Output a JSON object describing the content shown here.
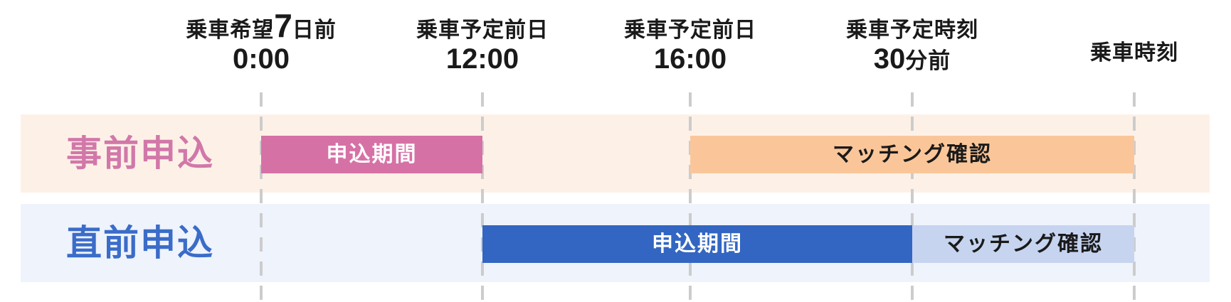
{
  "diagram": {
    "description": "Ride application timeline diagram with two application types",
    "axis": {
      "labels": [
        {
          "pre": "乗車希望",
          "big": "7",
          "post": "日前",
          "time": "0:00",
          "time_suffix": ""
        },
        {
          "pre": "乗車予定前日",
          "big": "",
          "post": "",
          "time": "12:00",
          "time_suffix": ""
        },
        {
          "pre": "乗車予定前日",
          "big": "",
          "post": "",
          "time": "16:00",
          "time_suffix": ""
        },
        {
          "pre": "乗車予定時刻",
          "big": "",
          "post": "",
          "time": "30",
          "time_suffix": "分前"
        },
        {
          "pre": "乗車時刻",
          "big": "",
          "post": "",
          "time": "",
          "time_suffix": ""
        }
      ]
    },
    "rows": [
      {
        "name": "事前申込",
        "bars": [
          {
            "label": "申込期間",
            "from_marker": 0,
            "to_marker": 1,
            "color": "#d671a6"
          },
          {
            "label": "マッチング確認",
            "from_marker": 2,
            "to_marker": 4,
            "color": "#fac699"
          }
        ]
      },
      {
        "name": "直前申込",
        "bars": [
          {
            "label": "申込期間",
            "from_marker": 1,
            "to_marker": 3,
            "color": "#3266c2"
          },
          {
            "label": "マッチング確認",
            "from_marker": 3,
            "to_marker": 4,
            "color": "#c6d4f0"
          }
        ]
      }
    ],
    "colors": {
      "row_advance_bg": "#fdf1e7",
      "row_lastmin_bg": "#eef3fc",
      "advance_label_text": "#d178a9",
      "lastmin_label_text": "#3a6cc8",
      "pink_bar": "#d671a6",
      "orange_bar": "#fac699",
      "blue_bar": "#3266c2",
      "periwinkle_bar": "#c6d4f0",
      "gridline": "#cccccc",
      "background": "#ffffff"
    }
  }
}
